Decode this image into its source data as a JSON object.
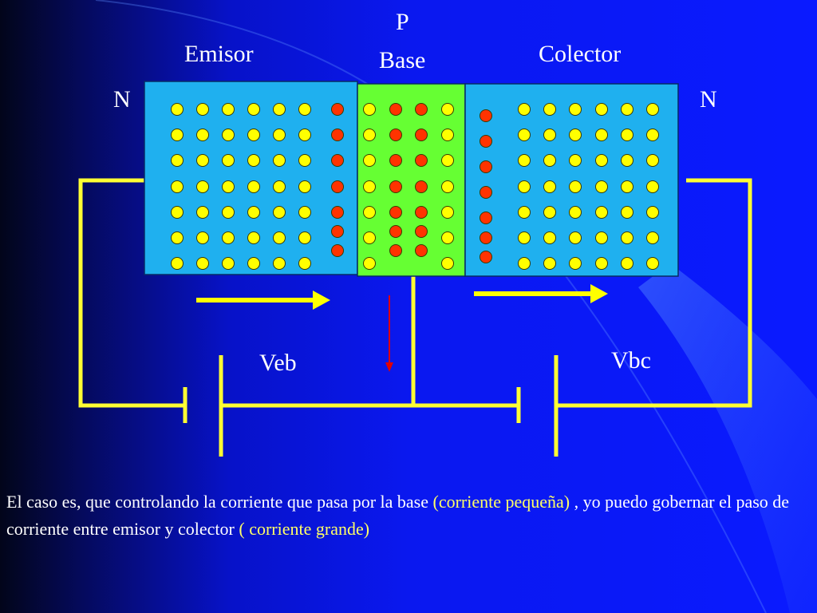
{
  "labels": {
    "p": "P",
    "base": "Base",
    "emisor": "Emisor",
    "colector": "Colector",
    "n_left": "N",
    "n_right": "N",
    "veb": "Veb",
    "vbc": "Vbc"
  },
  "caption": {
    "part1": "El caso es, que controlando la corriente que pasa por la base ",
    "part2": "(corriente pequeña)",
    "part3": " , yo puedo gobernar el paso de corriente entre emisor y colector ",
    "part4": "( corriente grande)"
  },
  "colors": {
    "n_region": "#1fb0ef",
    "p_region": "#66ff33",
    "electron": "#ffff00",
    "hole": "#ff3300",
    "wire": "#ffff33",
    "arrow_current": "#ffff00",
    "arrow_base": "#e00000",
    "caption_text": "#ffffff",
    "caption_highlight": "#ffff66"
  }
}
